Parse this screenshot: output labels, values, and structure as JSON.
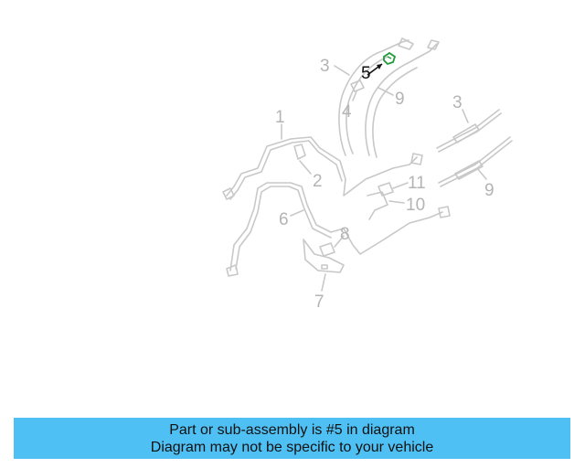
{
  "diagram": {
    "callouts": [
      {
        "id": "c1",
        "label": "1",
        "highlight": false
      },
      {
        "id": "c2",
        "label": "2",
        "highlight": false
      },
      {
        "id": "c3a",
        "label": "3",
        "highlight": false
      },
      {
        "id": "c3b",
        "label": "3",
        "highlight": false
      },
      {
        "id": "c4",
        "label": "4",
        "highlight": false
      },
      {
        "id": "c5",
        "label": "5",
        "highlight": true
      },
      {
        "id": "c6",
        "label": "6",
        "highlight": false
      },
      {
        "id": "c7",
        "label": "7",
        "highlight": false
      },
      {
        "id": "c8",
        "label": "8",
        "highlight": false
      },
      {
        "id": "c9a",
        "label": "9",
        "highlight": false
      },
      {
        "id": "c9b",
        "label": "9",
        "highlight": false
      },
      {
        "id": "c10",
        "label": "10",
        "highlight": false
      },
      {
        "id": "c11",
        "label": "11",
        "highlight": false
      }
    ],
    "colors": {
      "line": "#c8c8c8",
      "label": "#b4b4b4",
      "highlight_part": "#1f9a3a",
      "highlight_label": "#111111"
    }
  },
  "banner": {
    "line1": "Part or sub-assembly is #5 in diagram",
    "line2": "Diagram may not be specific to your vehicle",
    "background": "#4fc0f4"
  }
}
